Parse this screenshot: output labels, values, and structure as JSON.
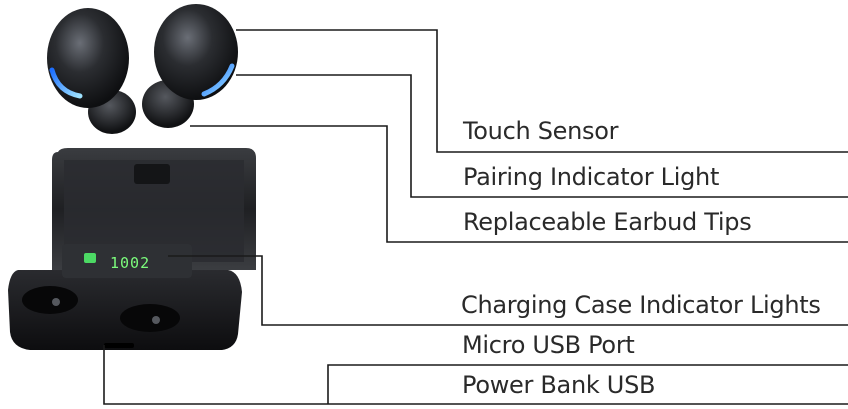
{
  "labels": {
    "touch_sensor": "Touch Sensor",
    "pairing_indicator": "Pairing Indicator Light",
    "replaceable_tips": "Replaceable Earbud Tips",
    "case_indicator": "Charging Case Indicator Lights",
    "micro_usb": "Micro USB Port",
    "power_bank": "Power Bank USB"
  },
  "case_display": "1002",
  "colors": {
    "line": "#1a1a1a",
    "text": "#2a2a2a",
    "body": "#1c1c1e",
    "indicator_blue": "#3aa0ff",
    "display_green": "#4cd964"
  }
}
